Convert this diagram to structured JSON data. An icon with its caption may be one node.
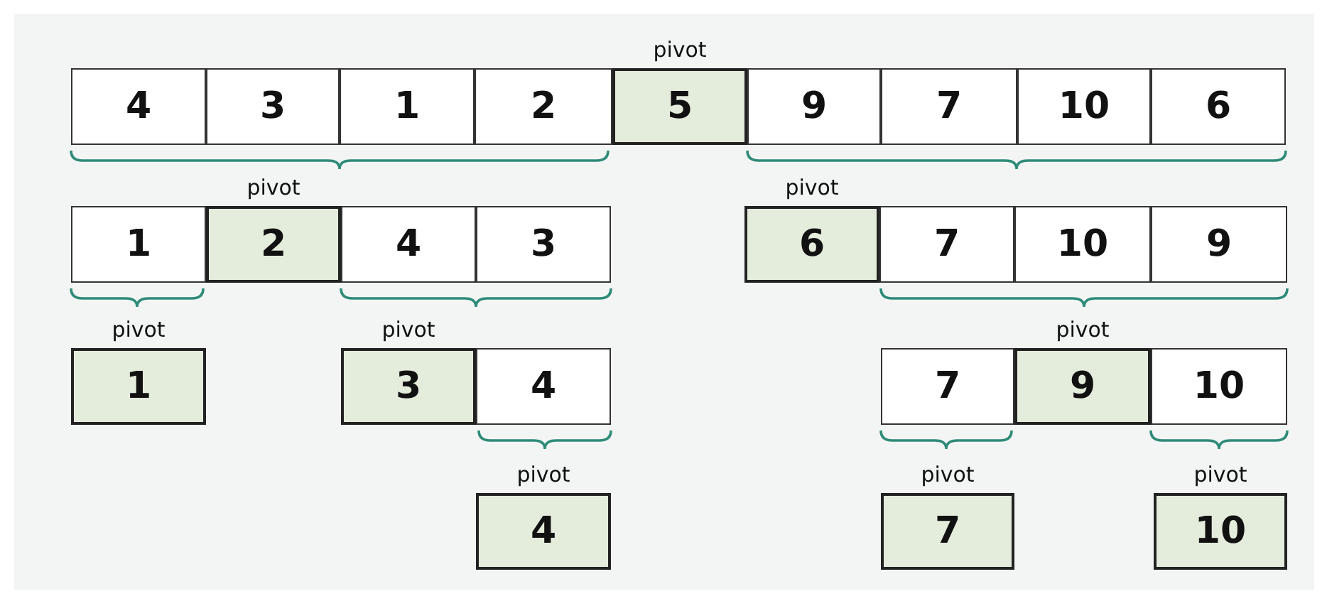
{
  "diagram": {
    "nodes": [
      {
        "text": [
          "4"
        ]
      },
      {
        "text": [
          "3"
        ]
      },
      {
        "text": [
          "1"
        ]
      },
      {
        "text": [
          "2"
        ]
      },
      {
        "text": [
          "5"
        ],
        "beside": [
          "pivot"
        ]
      },
      {
        "text": [
          "9"
        ]
      },
      {
        "text": [
          "7"
        ]
      },
      {
        "text": [
          "10"
        ]
      },
      {
        "text": [
          "6"
        ]
      },
      {
        "text": [
          "1"
        ]
      },
      {
        "text": [
          "2"
        ],
        "beside": [
          "pivot"
        ]
      },
      {
        "text": [
          "4"
        ]
      },
      {
        "text": [
          "3"
        ]
      },
      {
        "text": [
          "6"
        ],
        "beside": [
          "pivot"
        ]
      },
      {
        "text": [
          "7"
        ]
      },
      {
        "text": [
          "10"
        ]
      },
      {
        "text": [
          "9"
        ]
      },
      {
        "text": [
          "1"
        ],
        "beside": [
          "pivot"
        ]
      },
      {
        "text": [
          "3"
        ],
        "beside": [
          "pivot"
        ]
      },
      {
        "text": [
          "4"
        ]
      },
      {
        "text": [
          "7"
        ]
      },
      {
        "text": [
          "9"
        ],
        "beside": [
          "pivot"
        ]
      },
      {
        "text": [
          "10"
        ]
      },
      {
        "text": [
          "4"
        ],
        "beside": [
          "pivot"
        ]
      },
      {
        "text": [
          "7"
        ],
        "beside": [
          "pivot"
        ]
      },
      {
        "text": [
          "10"
        ],
        "beside": [
          "pivot"
        ]
      }
    ]
  }
}
